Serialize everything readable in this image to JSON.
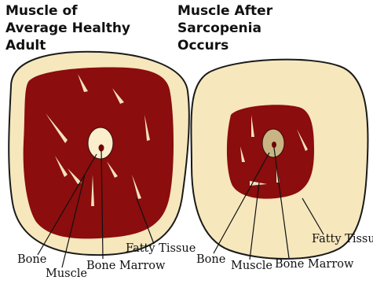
{
  "colors": {
    "fat": "#f6e7bd",
    "fat_outline": "#1a1a1a",
    "muscle": "#8b0d0d",
    "fascia": "#f3e2c0",
    "bone_healthy": "#faeecc",
    "bone_sarcopenia": "#c9b584",
    "marrow": "#6e0505",
    "leader": "#111111"
  },
  "left_panel": {
    "title_lines": [
      "Muscle of",
      "Average Healthy",
      "Adult"
    ],
    "labels": {
      "bone": "Bone",
      "muscle": "Muscle",
      "bone_marrow": "Bone Marrow",
      "fatty_tissue": "Fatty Tissue"
    }
  },
  "right_panel": {
    "title_lines": [
      "Muscle After",
      "Sarcopenia",
      "Occurs"
    ],
    "labels": {
      "bone": "Bone",
      "muscle": "Muscle",
      "bone_marrow": "Bone Marrow",
      "fatty_tissue": "Fatty Tissue"
    }
  }
}
